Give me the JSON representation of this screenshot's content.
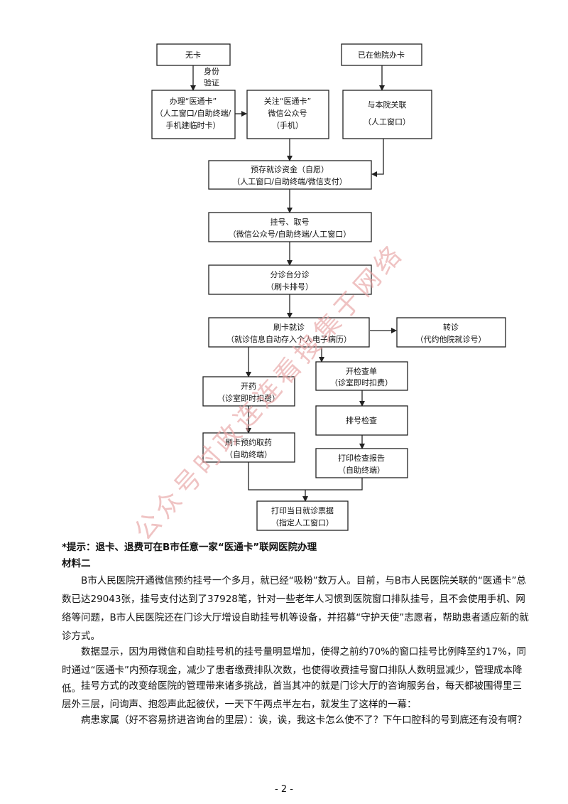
{
  "flowchart": {
    "nodes": {
      "no_card": [
        "无卡"
      ],
      "other_hospital": [
        "已在他院办卡"
      ],
      "verify_label": [
        "身份",
        "验证"
      ],
      "apply_card": [
        "办理“医通卡”",
        "（人工窗口/自助终端/",
        "手机建临时卡）"
      ],
      "follow_wechat": [
        "关注“医通卡”",
        "微信公众号",
        "（手机）"
      ],
      "link_hospital": [
        "与本院关联",
        "（人工窗口）"
      ],
      "deposit": [
        "预存就诊资金（自愿）",
        "（人工窗口/自助终端/微信支付）"
      ],
      "register": [
        "挂号、取号",
        "（微信公众号/自助终端/人工窗口）"
      ],
      "triage": [
        "分诊台分诊",
        "（刷卡排号）"
      ],
      "consult": [
        "刷卡就诊",
        "（就诊信息自动存入个人电子病历）"
      ],
      "transfer": [
        "转诊",
        "（代约他院就诊号）"
      ],
      "exam_order": [
        "开检查单",
        "（诊室即时扣费）"
      ],
      "prescription": [
        "开药",
        "（诊室即时扣费）"
      ],
      "queue_exam": [
        "排号检查"
      ],
      "pickup_medicine": [
        "刷卡预约取药",
        "（自助终端）"
      ],
      "print_report": [
        "打印检查报告",
        "（自助终端）"
      ],
      "print_receipt": [
        "打印当日就诊票据",
        "（指定人工窗口）"
      ]
    }
  },
  "watermark": "公众号时政连连看搜集于网络",
  "note": "*提示：退卡、退费可在B市任意一家“医通卡”联网医院办理",
  "section_title": "材料二",
  "paragraphs": [
    "B市人民医院开通微信预约挂号一个多月，就已经“吸粉”数万人。目前，与B市人民医院关联的“医通卡”总数已达29043张，挂号支付达到了37928笔，针对一些老年人习惯到医院窗口排队挂号，且不会使用手机、网络等问题，B市人民医院还在门诊大厅增设自助挂号机等设备，并招募“守护天使”志愿者，帮助患者适应新的就诊方式。",
    "数据显示，因为用微信和自助挂号机的挂号量明显增加，使得之前约70%的窗口挂号比例降至约17%，同时通过“医通卡”内预存现金，减少了患者缴费排队次数，也使得收费挂号窗口排队人数明显减少，管理成本降低。",
    "挂号方式的改变给医院的管理带来诸多挑战，首当其冲的就是门诊大厅的咨询服务台，每天都被围得里三层外三层，问询声、抱怨声此起彼伏，一天下午两点半左右，就发生了这样的一幕：",
    "病患家属（好不容易挤进咨询台的里层）：诶，诶，我这卡怎么使不了？下午口腔科的号到底还有没有啊？"
  ],
  "page_number": "- 2 -"
}
